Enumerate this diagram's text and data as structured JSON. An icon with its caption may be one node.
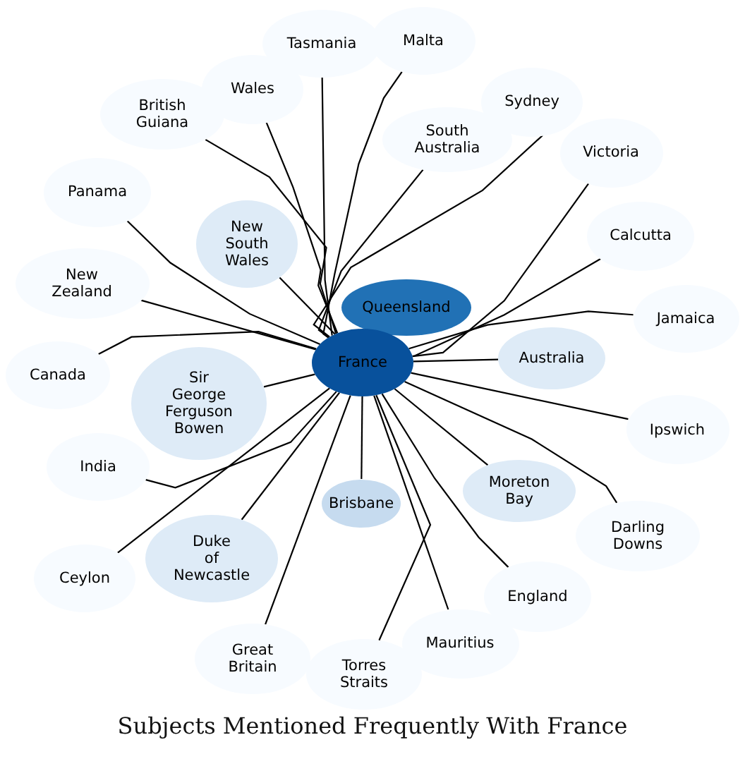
{
  "diagram": {
    "title": "Subjects Mentioned Frequently With France",
    "nodes": [
      {
        "text": [
          "Tasmania"
        ]
      },
      {
        "text": [
          "Malta"
        ]
      },
      {
        "text": [
          "British Guiana"
        ]
      },
      {
        "text": [
          "Wales"
        ]
      },
      {
        "text": [
          "Sydney"
        ]
      },
      {
        "text": [
          "South Australia"
        ]
      },
      {
        "text": [
          "Victoria"
        ]
      },
      {
        "text": [
          "Panama"
        ]
      },
      {
        "text": [
          "New South Wales"
        ]
      },
      {
        "text": [
          "Calcutta"
        ]
      },
      {
        "text": [
          "New Zealand"
        ]
      },
      {
        "text": [
          "Queensland"
        ]
      },
      {
        "text": [
          "Jamaica"
        ]
      },
      {
        "text": [
          "Canada"
        ]
      },
      {
        "text": [
          "Sir George Ferguson Bowen"
        ]
      },
      {
        "text": [
          "France"
        ]
      },
      {
        "text": [
          "Australia"
        ]
      },
      {
        "text": [
          "India"
        ]
      },
      {
        "text": [
          "Ipswich"
        ]
      },
      {
        "text": [
          "Brisbane"
        ]
      },
      {
        "text": [
          "Moreton Bay"
        ]
      },
      {
        "text": [
          "Ceylon"
        ]
      },
      {
        "text": [
          "Duke of Newcastle"
        ]
      },
      {
        "text": [
          "Darling Downs"
        ]
      },
      {
        "text": [
          "England"
        ]
      },
      {
        "text": [
          "Mauritius"
        ]
      },
      {
        "text": [
          "Great Britain"
        ]
      },
      {
        "text": [
          "Torres Straits"
        ]
      }
    ],
    "edges": [
      {
        "from": 15,
        "to": 0,
        "arrow": "none"
      },
      {
        "from": 15,
        "to": 1,
        "arrow": "none"
      },
      {
        "from": 15,
        "to": 2,
        "arrow": "none"
      },
      {
        "from": 15,
        "to": 3,
        "arrow": "none"
      },
      {
        "from": 15,
        "to": 4,
        "arrow": "none"
      },
      {
        "from": 15,
        "to": 5,
        "arrow": "none"
      },
      {
        "from": 15,
        "to": 6,
        "arrow": "none"
      },
      {
        "from": 15,
        "to": 7,
        "arrow": "none"
      },
      {
        "from": 15,
        "to": 8,
        "arrow": "none"
      },
      {
        "from": 15,
        "to": 9,
        "arrow": "none"
      },
      {
        "from": 15,
        "to": 10,
        "arrow": "none"
      },
      {
        "from": 15,
        "to": 12,
        "arrow": "none"
      },
      {
        "from": 15,
        "to": 13,
        "arrow": "none"
      },
      {
        "from": 15,
        "to": 14,
        "arrow": "none"
      },
      {
        "from": 15,
        "to": 16,
        "arrow": "none"
      },
      {
        "from": 15,
        "to": 17,
        "arrow": "none"
      },
      {
        "from": 15,
        "to": 18,
        "arrow": "none"
      },
      {
        "from": 15,
        "to": 19,
        "arrow": "none"
      },
      {
        "from": 15,
        "to": 20,
        "arrow": "none"
      },
      {
        "from": 15,
        "to": 21,
        "arrow": "none"
      },
      {
        "from": 15,
        "to": 22,
        "arrow": "none"
      },
      {
        "from": 15,
        "to": 23,
        "arrow": "none"
      },
      {
        "from": 15,
        "to": 24,
        "arrow": "none"
      },
      {
        "from": 15,
        "to": 25,
        "arrow": "none"
      },
      {
        "from": 15,
        "to": 26,
        "arrow": "none"
      },
      {
        "from": 15,
        "to": 27,
        "arrow": "none"
      }
    ]
  }
}
